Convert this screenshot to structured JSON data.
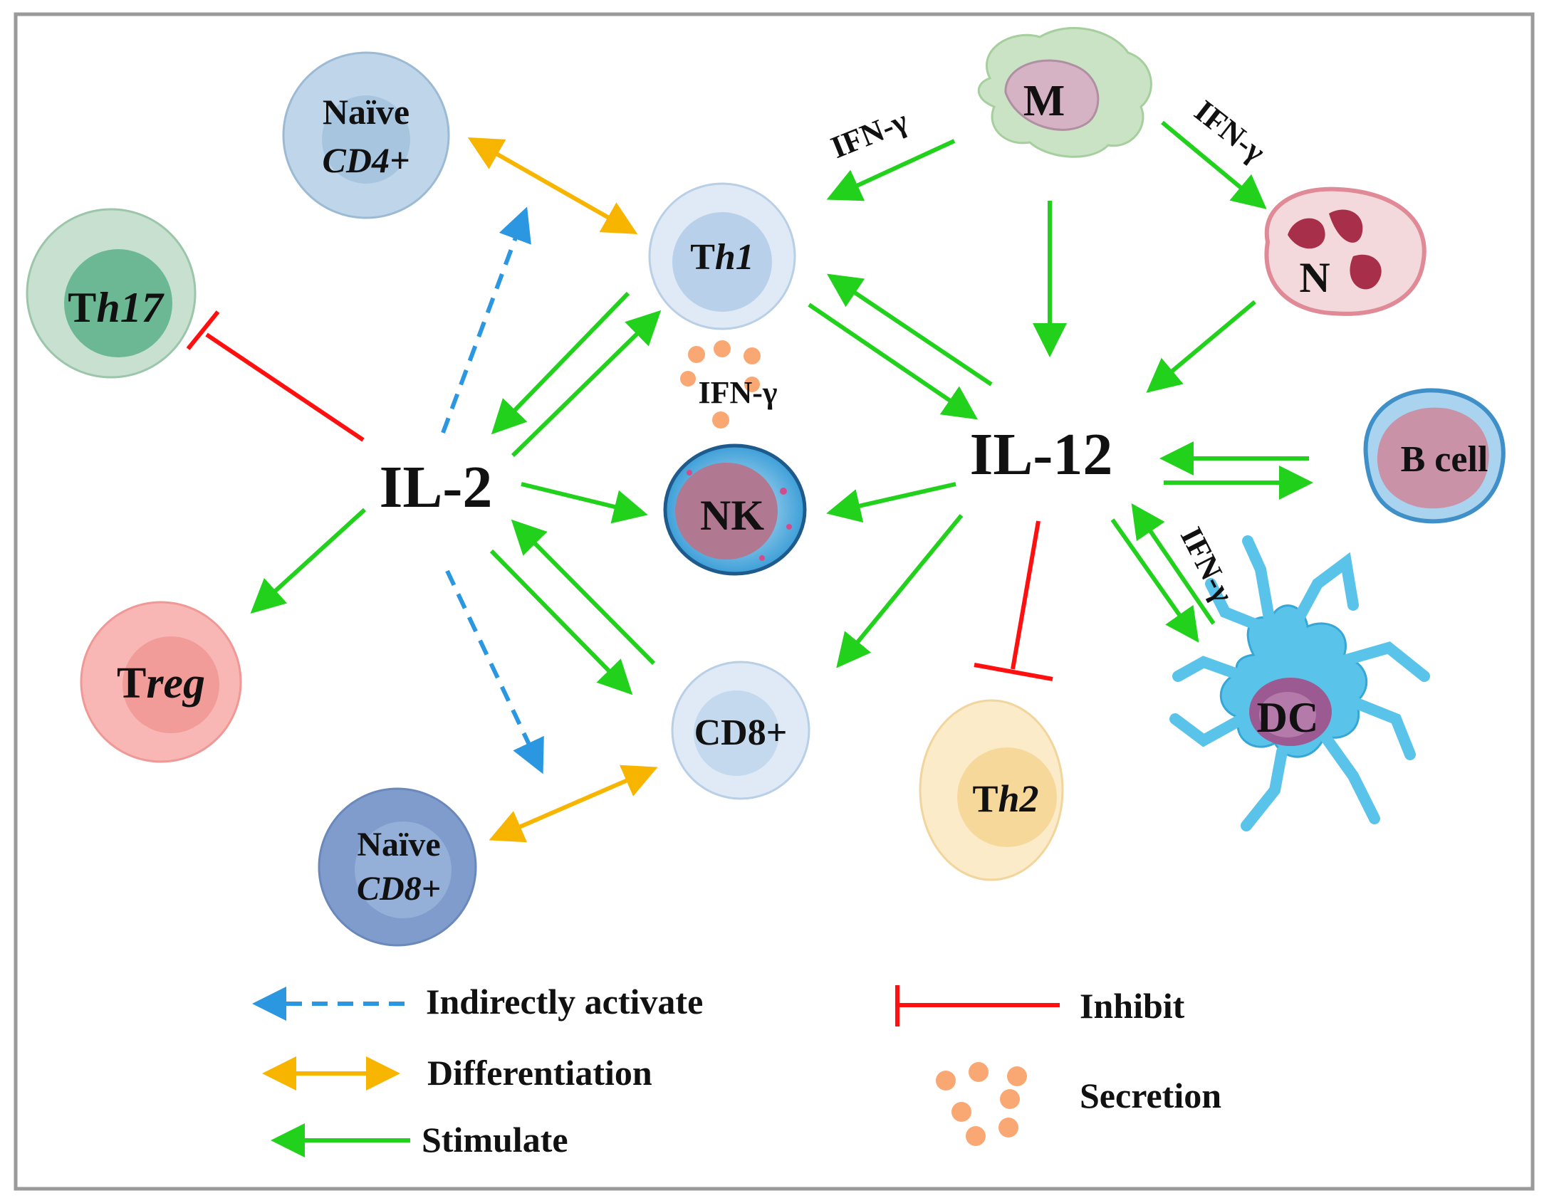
{
  "cells": {
    "naive_cd4": {
      "line1": "Naïve",
      "line2": "CD4+"
    },
    "th1": {
      "prefix": "T",
      "suffix": "h1"
    },
    "th17": {
      "prefix": "T",
      "suffix": "h17"
    },
    "treg": {
      "prefix": "T",
      "suffix": "reg"
    },
    "nk": {
      "label": "NK"
    },
    "cd8": {
      "label": "CD8+"
    },
    "naive_cd8": {
      "line1": "Naïve",
      "line2": "CD8+"
    },
    "th2": {
      "prefix": "T",
      "suffix": "h2"
    },
    "macrophage": {
      "label": "M"
    },
    "neutrophil": {
      "label": "N"
    },
    "b_cell": {
      "label": "B cell"
    },
    "dc": {
      "label": "DC"
    }
  },
  "hubs": {
    "il2": "IL-2",
    "il12": "IL-12"
  },
  "ifn_labels": {
    "m_to_th1": "IFN-γ",
    "m_to_n": "IFN-γ",
    "secreted": "IFN-γ",
    "dc_to_il12": "IFN-γ"
  },
  "legend": {
    "indirect": "Indirectly activate",
    "differentiation": "Differentiation",
    "stimulate": "Stimulate",
    "inhibit": "Inhibit",
    "secretion": "Secretion"
  },
  "colors": {
    "stimulate": "#22d11c",
    "indirect": "#2a97e0",
    "differentiation": "#f7b500",
    "inhibit": "#ff1010",
    "secretion_dots": "#f9a873"
  }
}
